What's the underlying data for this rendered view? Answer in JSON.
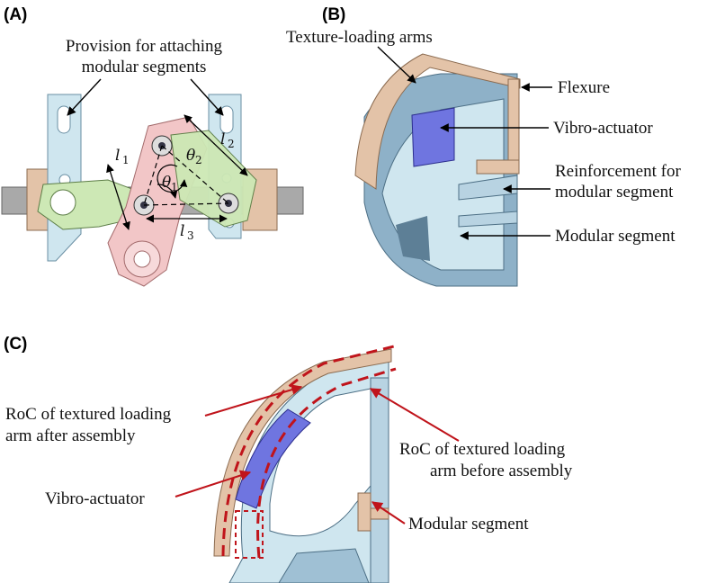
{
  "panels": {
    "a": {
      "label": "(A)",
      "provision_line1": "Provision for attaching",
      "provision_line2": "modular segments",
      "l1": "l",
      "l1_sub": "1",
      "l2": "l",
      "l2_sub": "2",
      "l3": "l",
      "l3_sub": "3",
      "theta1": "θ",
      "theta1_sub": "1",
      "theta2": "θ",
      "theta2_sub": "2"
    },
    "b": {
      "label": "(B)",
      "texture_arms": "Texture-loading arms",
      "flexure": "Flexure",
      "vibro": "Vibro-actuator",
      "reinforcement_line1": "Reinforcement for",
      "reinforcement_line2": "modular segment",
      "modular": "Modular segment"
    },
    "c": {
      "label": "(C)",
      "roc_after_line1": "RoC of textured loading",
      "roc_after_line2": "arm after assembly",
      "roc_before_line1": "RoC of textured loading",
      "roc_before_line2": "arm before assembly",
      "vibro": "Vibro-actuator",
      "modular": "Modular segment"
    }
  },
  "colors": {
    "beige": "#e3c3a8",
    "light_blue": "#cfe6ef",
    "steel_blue": "#8eb1c8",
    "pink": "#f2c6c7",
    "green": "#cde8b5",
    "actuator": "#6f75e0",
    "red_arrow": "#c0141b",
    "grey_bar": "#a9a9a9"
  }
}
